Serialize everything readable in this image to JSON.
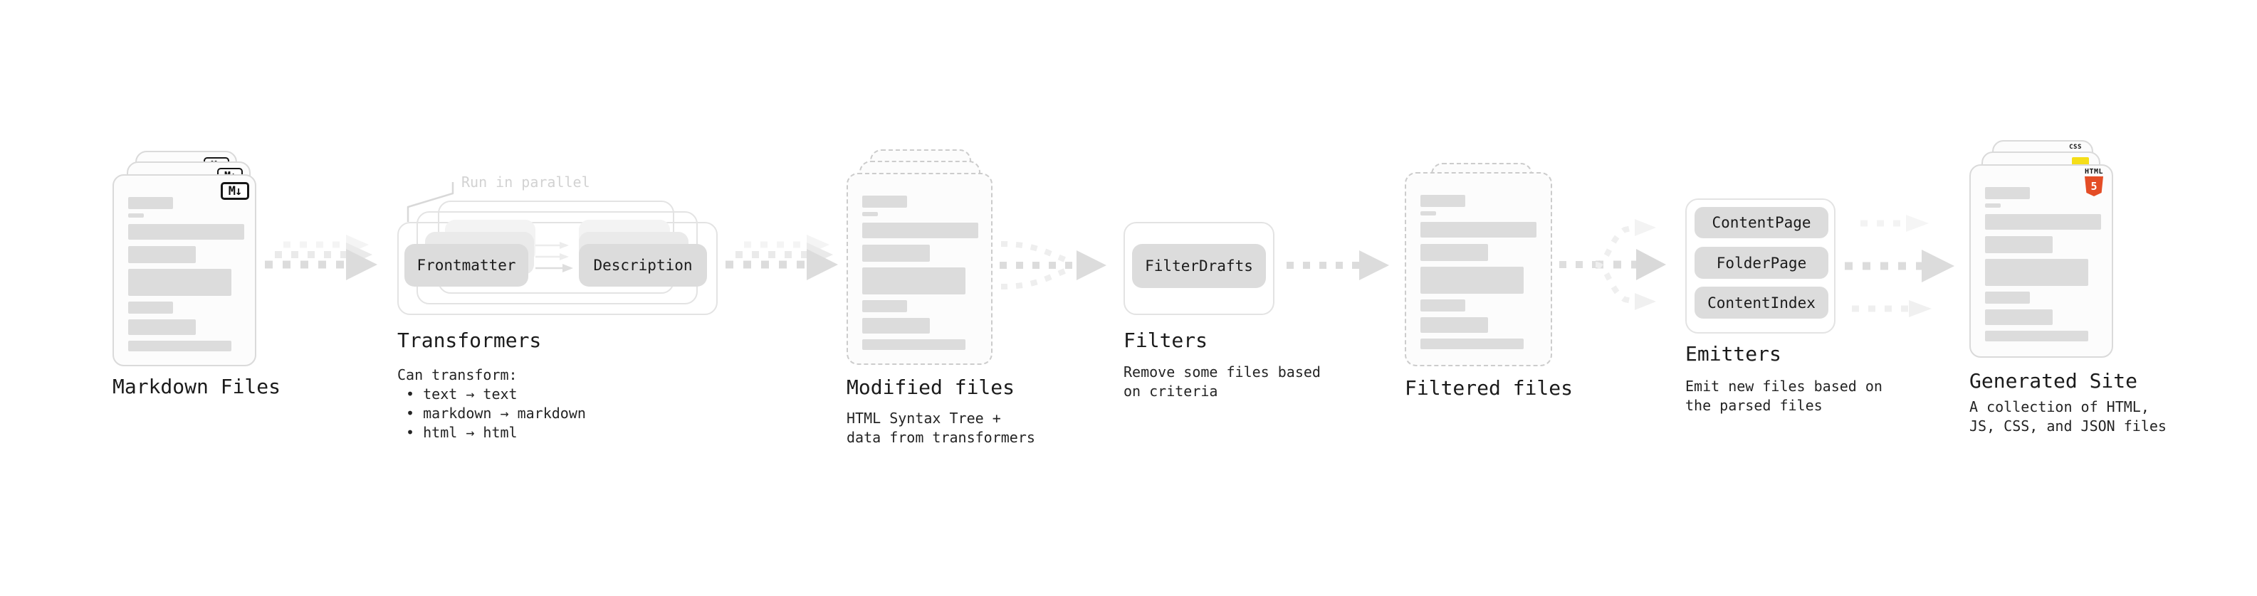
{
  "diagram": {
    "markdown_files": {
      "label": "Markdown Files",
      "badge": "M↓"
    },
    "transformers": {
      "callout": "Run in parallel",
      "input_button": "Frontmatter",
      "output_button": "Description",
      "label": "Transformers",
      "description": [
        "Can transform:",
        " • text → text",
        " • markdown → markdown",
        " • html → html"
      ]
    },
    "modified_files": {
      "label": "Modified files",
      "description": [
        "HTML Syntax Tree +",
        "data from transformers"
      ]
    },
    "filters": {
      "button": "FilterDrafts",
      "label": "Filters",
      "description": [
        "Remove some files based",
        "on criteria"
      ]
    },
    "filtered_files": {
      "label": "Filtered files"
    },
    "emitters": {
      "buttons": [
        "ContentPage",
        "FolderPage",
        "ContentIndex"
      ],
      "label": "Emitters",
      "description": [
        "Emit new files based on",
        "the parsed files"
      ]
    },
    "generated_site": {
      "label": "Generated Site",
      "file_badges": {
        "css": "CSS",
        "html": "HTML",
        "html5_number": "5"
      },
      "description": [
        "A collection of HTML,",
        "JS, CSS, and JSON files"
      ]
    },
    "colors": {
      "html5_orange": "#e44d26",
      "js_yellow": "#f5de19",
      "css_blue": "#2962ff"
    }
  }
}
